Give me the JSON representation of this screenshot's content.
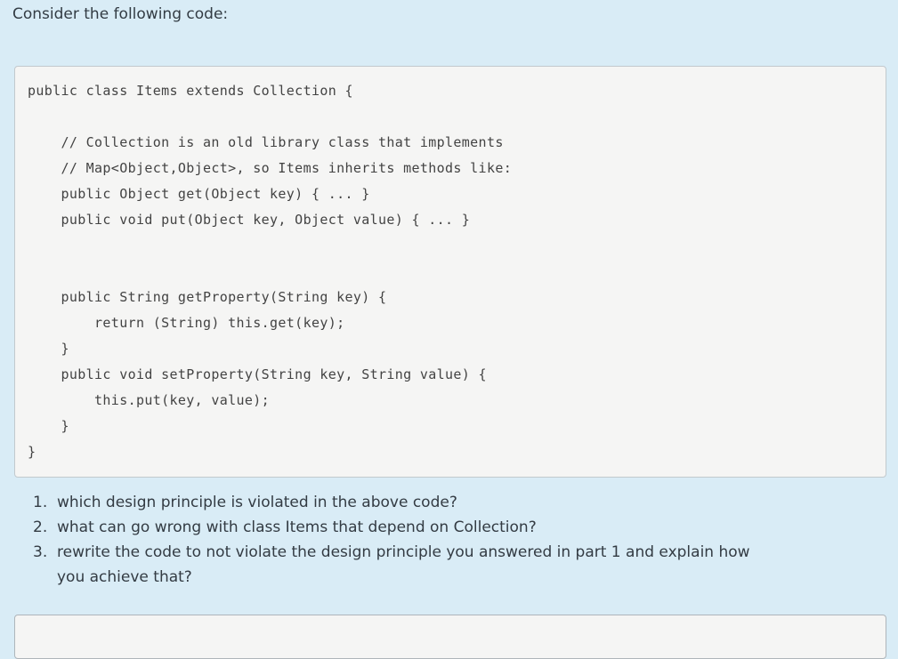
{
  "page": {
    "background_color": "#d9ecf6",
    "panel_background_color": "#f5f5f4",
    "panel_border_color": "#c2c9cd",
    "text_color": "#333b43"
  },
  "header": {
    "title": "Consider the following code:"
  },
  "code_block": {
    "language": "java",
    "lines": [
      "public class Items extends Collection {",
      "",
      "    // Collection is an old library class that implements",
      "    // Map<Object,Object>, so Items inherits methods like:",
      "    public Object get(Object key) { ... }",
      "    public void put(Object key, Object value) { ... }",
      "",
      "",
      "    public String getProperty(String key) {",
      "        return (String) this.get(key);",
      "    }",
      "    public void setProperty(String key, String value) {",
      "        this.put(key, value);",
      "    }",
      "}"
    ]
  },
  "questions": {
    "items": [
      {
        "number": "1.",
        "text": "which design principle is violated in the above code?"
      },
      {
        "number": "2.",
        "text": "what can go wrong with class Items that depend on Collection?"
      },
      {
        "number": "3.",
        "text": "rewrite the code to not violate the design principle you answered in part 1 and explain how\nyou achieve that?"
      }
    ]
  }
}
